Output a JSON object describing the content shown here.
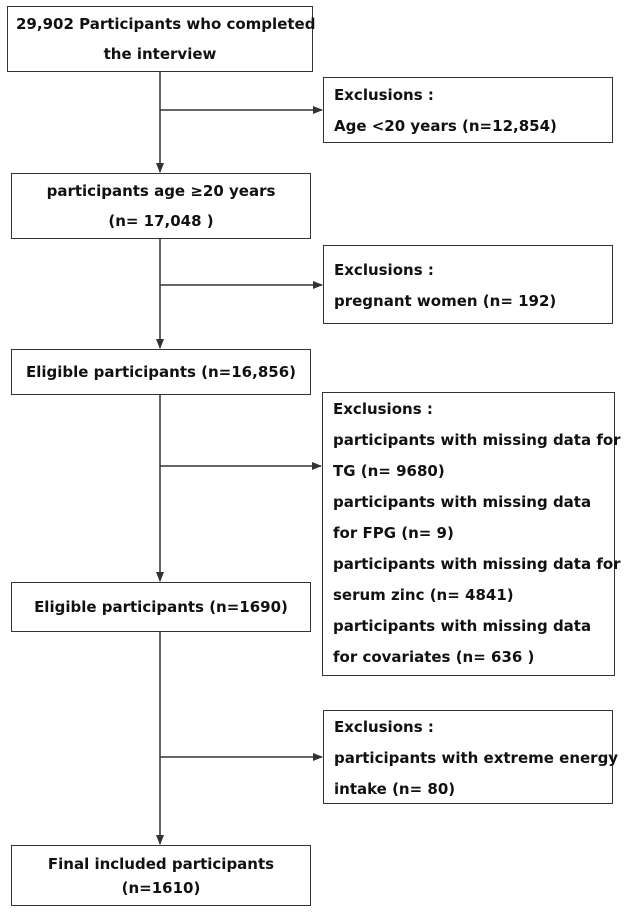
{
  "flowchart": {
    "main_steps": [
      {
        "lines": [
          "29,902 Participants who completed",
          "the interview"
        ]
      },
      {
        "lines": [
          "participants age ≥20 years",
          "(n= 17,048 )"
        ]
      },
      {
        "lines": [
          "Eligible participants (n=16,856)"
        ]
      },
      {
        "lines": [
          "Eligible participants (n=1690)"
        ]
      },
      {
        "lines": [
          "Final included participants",
          "(n=1610)"
        ]
      }
    ],
    "exclusions": [
      {
        "lines": [
          "Exclusions :",
          "Age <20 years (n=12,854)"
        ]
      },
      {
        "lines": [
          "Exclusions :",
          "pregnant women (n= 192)"
        ]
      },
      {
        "lines": [
          "Exclusions :",
          "participants with missing data for",
          "TG (n= 9680)",
          "participants with missing data",
          "for FPG (n= 9)",
          "participants with missing data for",
          "serum zinc (n= 4841)",
          "participants with missing data",
          "for covariates (n= 636 )"
        ]
      },
      {
        "lines": [
          "Exclusions :",
          "participants with extreme energy",
          "intake (n= 80)"
        ]
      }
    ]
  },
  "colors": {
    "line": "#333333",
    "border": "#333333",
    "text": "#111111",
    "background": "#ffffff"
  }
}
